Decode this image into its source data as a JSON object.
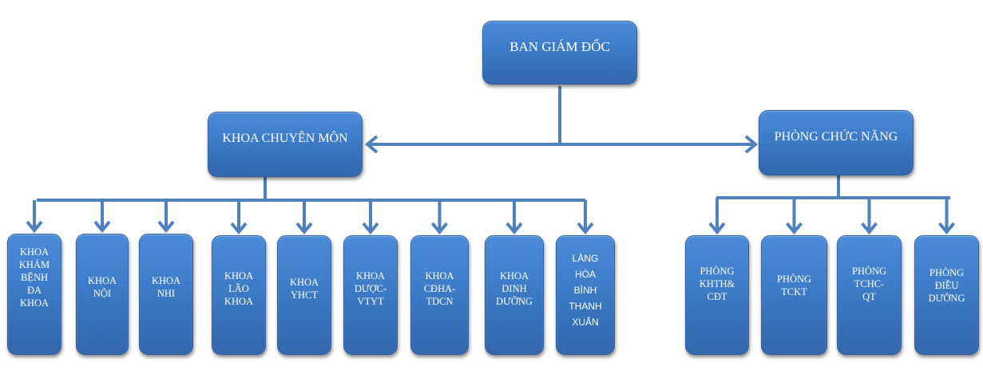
{
  "title": "Sơ đồ tổ chức",
  "root": {
    "label": "BAN GIÁM ĐỐC"
  },
  "branches": [
    {
      "label": "KHOA CHUYÊN MÔN",
      "children": [
        {
          "label": "KHOA\nKHÁM\nBỆNH\nĐA\nKHOA"
        },
        {
          "label": "KHOA\nNỘI"
        },
        {
          "label": "KHOA\nNHI"
        },
        {
          "label": "KHOA\nLÃO\nKHOA"
        },
        {
          "label": "KHOA\nYHCT"
        },
        {
          "label": "KHOA\nDƯỢC-\nVTYT"
        },
        {
          "label": "KHOA\nCĐHA-\nTDCN"
        },
        {
          "label": "KHOA\nDINH\nDƯỠNG"
        },
        {
          "label": "LÀNG\nHÒA\nBÌNH\nTHANH\nXUÂN"
        }
      ]
    },
    {
      "label": "PHÒNG CHỨC NĂNG",
      "children": [
        {
          "label": "PHÒNG\nKHTH&\nCĐT"
        },
        {
          "label": "PHÒNG\nTCKT"
        },
        {
          "label": "PHÒNG\nTCHC-\nQT"
        },
        {
          "label": "PHÒNG\nĐIỀU\nDƯỠNG"
        }
      ]
    }
  ],
  "colors": {
    "box": "#3f7fcc",
    "connector": "#4f81bd",
    "text": "#ffffff"
  }
}
